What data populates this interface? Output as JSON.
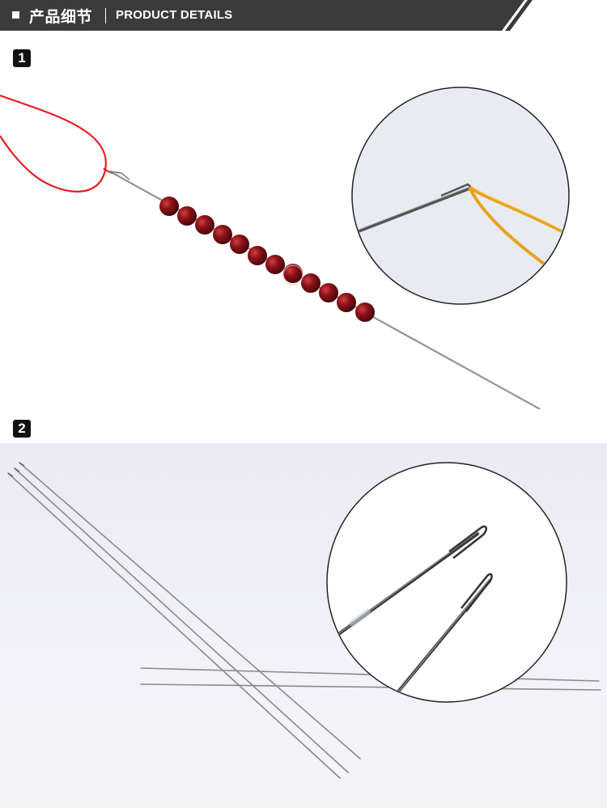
{
  "header": {
    "title_cn": "产品细节",
    "title_en": "PRODUCT  DETAILS"
  },
  "sections": [
    {
      "number": "1"
    },
    {
      "number": "2"
    }
  ],
  "colors": {
    "header_bg": "#3b3b3b",
    "thread": "#e02020",
    "bead": "#8a1218",
    "rubber_band": "#e8a21a"
  }
}
